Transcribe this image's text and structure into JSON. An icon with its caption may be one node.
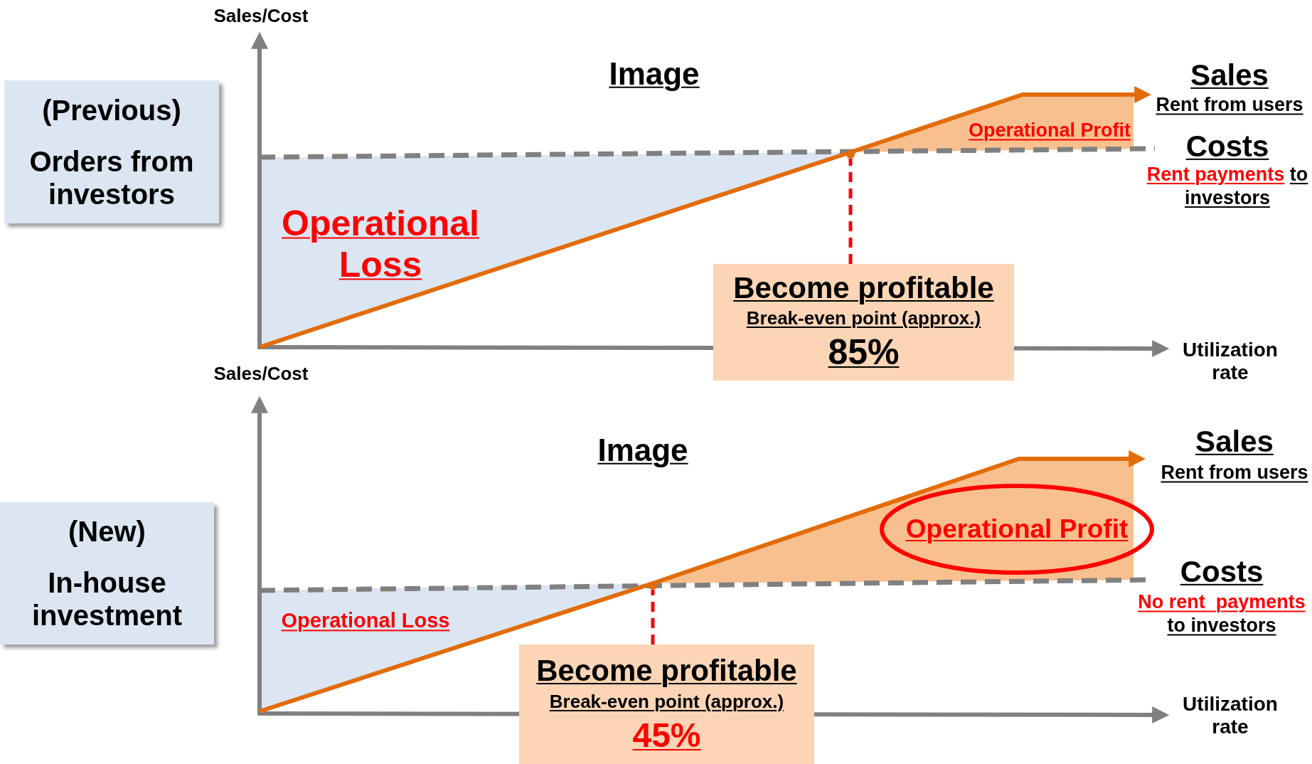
{
  "diagram": {
    "nodes": [
      {
        "text": [
          "(Previous)",
          "Orders from investors"
        ]
      },
      {
        "text": [
          "Become profitable",
          "Break-even point (approx.)",
          "85%"
        ]
      },
      {
        "text": [
          "(New)",
          "In-house investment"
        ]
      },
      {
        "text": [
          "Operational Profit"
        ]
      },
      {
        "text": [
          "Become profitable",
          "Break-even point (approx.)",
          "45%"
        ]
      },
      {
        "text": [],
        "shape": "circle"
      },
      {
        "text": [],
        "shape": "circle"
      }
    ],
    "edges": [
      {
        "from": 1,
        "to": 5,
        "arrow": "none",
        "style": "dashed",
        "color": "#ff0000"
      },
      {
        "from": 4,
        "to": 6,
        "arrow": "none",
        "style": "dashed",
        "color": "#ff0000"
      }
    ],
    "labels": [
      "Sales/Cost",
      "Image",
      "Sales",
      "Rent from users",
      "Operational Profit",
      "Costs",
      "Rent payments",
      "to investors",
      "Operational Loss",
      "Utilization rate",
      "Sales/Cost",
      "Image",
      "Sales",
      "Rent from users",
      "Costs",
      "No rent  payments",
      "to investors",
      "Operational Loss",
      "Utilization rate"
    ]
  }
}
